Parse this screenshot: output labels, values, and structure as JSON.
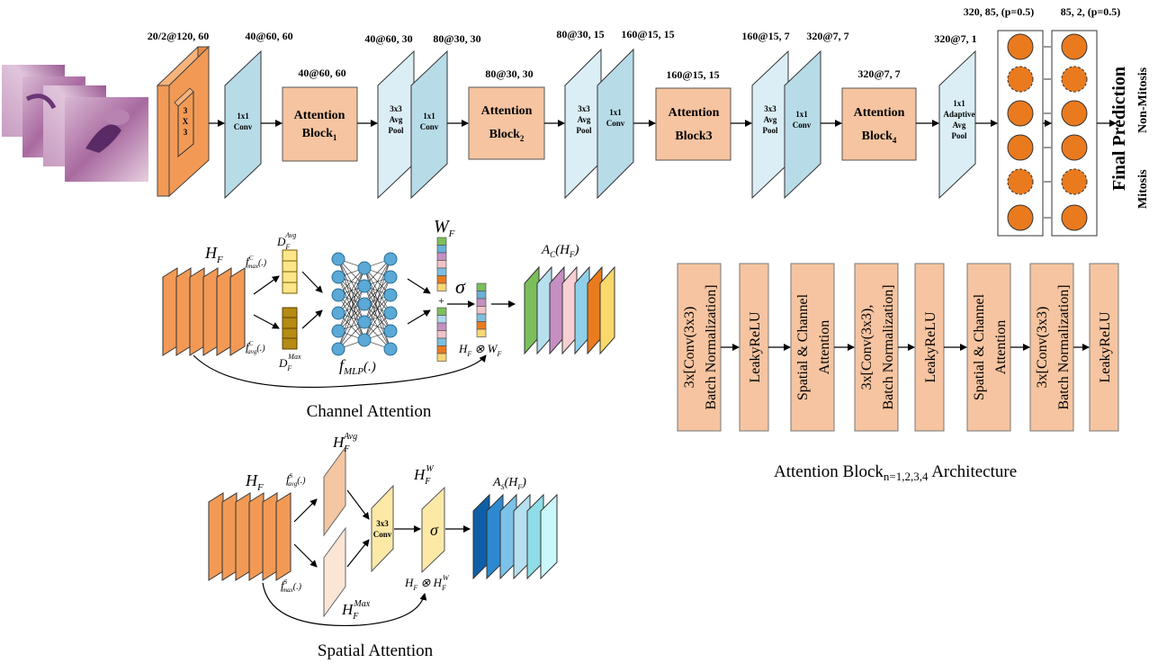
{
  "top": {
    "dims": {
      "input": "20/2@120, 60",
      "conv1": "40@60, 60",
      "att1": "40@60, 60",
      "pool1": "40@60, 30",
      "conv2": "80@30, 30",
      "att2": "80@30, 30",
      "pool2": "80@30, 15",
      "conv3": "160@15, 15",
      "att3": "160@15, 15",
      "pool3": "160@15, 7",
      "conv4": "320@7, 7",
      "att4": "320@7, 7",
      "adapt": "320@7, 1",
      "fc1": "320, 85, (p=0.5)",
      "fc2": "85, 2, (p=0.5)"
    },
    "kernel": [
      "3",
      "X",
      "3"
    ],
    "conv_label": [
      "1x1",
      "Conv"
    ],
    "pool_label": [
      "3x3",
      "Avg",
      "Pool"
    ],
    "adapt_label": [
      "1x1",
      "Adaptive",
      "Avg",
      "Pool"
    ],
    "att_text": "Attention",
    "att_blocks": [
      {
        "main": "Block",
        "sub": "1"
      },
      {
        "main": "Block",
        "sub": "2"
      },
      {
        "main": "Block3",
        "sub": ""
      },
      {
        "main": "Block",
        "sub": "4"
      }
    ],
    "final_title": "Final Prediction",
    "final_classes": [
      "Non-Mitosis",
      "Mitosis"
    ]
  },
  "channel": {
    "title": "Channel Attention",
    "hf": "H",
    "hf_sub": "F",
    "fmax": "f",
    "fmax_sup": "C",
    "fmax_sub": "max",
    "fmax_arg": "(.)",
    "favg": "f",
    "favg_sup": "C",
    "favg_sub": "avg",
    "favg_arg": "(.)",
    "davg": "D",
    "davg_sub": "F",
    "davg_sup": "Avg",
    "dmax": "D",
    "dmax_sub": "F",
    "dmax_sup": "Max",
    "fmlp": "f",
    "fmlp_sub": "MLP",
    "fmlp_arg": "(.)",
    "wf": "W",
    "wf_sub": "F",
    "sigma": "σ",
    "plus": "+",
    "product": "H",
    "product_sub": "F",
    "product_op": " ⊗ W",
    "product_sub2": "F",
    "ac": "A",
    "ac_sub": "C",
    "ac_arg": "(H",
    "ac_arg_sub": "F",
    "ac_close": ")"
  },
  "spatial": {
    "title": "Spatial Attention",
    "hf": "H",
    "hf_sub": "F",
    "favg": "f",
    "favg_sup": "S",
    "favg_sub": "avg",
    "favg_arg": "(.)",
    "fmax": "f",
    "fmax_sup": "S",
    "fmax_sub": "max",
    "fmax_arg": "(.)",
    "havg": "H",
    "havg_sub": "F",
    "havg_sup": "Avg",
    "hmax": "H",
    "hmax_sub": "F",
    "hmax_sup": "Max",
    "conv": [
      "3x3",
      "Conv"
    ],
    "hw": "H",
    "hw_sub": "F",
    "hw_sup": "W",
    "sigma": "σ",
    "product": "H",
    "product_sub": "F",
    "product_op": " ⊗ H",
    "product_sub2": "F",
    "product_sup2": "W",
    "as": "A",
    "as_sub": "S",
    "as_arg": "(H",
    "as_arg_sub": "F",
    "as_close": ")"
  },
  "arch": {
    "title": "Attention Block",
    "title_sub": "n=1,2,3,4",
    "title_tail": " Architecture",
    "blocks": [
      [
        "3x[Conv(3x3)",
        "Batch Normalization]"
      ],
      [
        "LeakyReLU"
      ],
      [
        "Spatial & Channel",
        "Attention"
      ],
      [
        "3x[Conv(3x3),",
        "Batch Normalization]"
      ],
      [
        "LeakyReLU"
      ],
      [
        "Spatial & Channel",
        "Attention"
      ],
      [
        "3x[Conv(3x3)",
        "Batch Normalization]"
      ],
      [
        "LeakyReLU"
      ]
    ]
  },
  "colors": {
    "conv": "#b8dbe8",
    "pool": "#dbeef6",
    "attention": "#f6c4a0",
    "orange": "#f29a55",
    "neuron": "#ea7a1e",
    "mlp": "#5aa9d6"
  }
}
